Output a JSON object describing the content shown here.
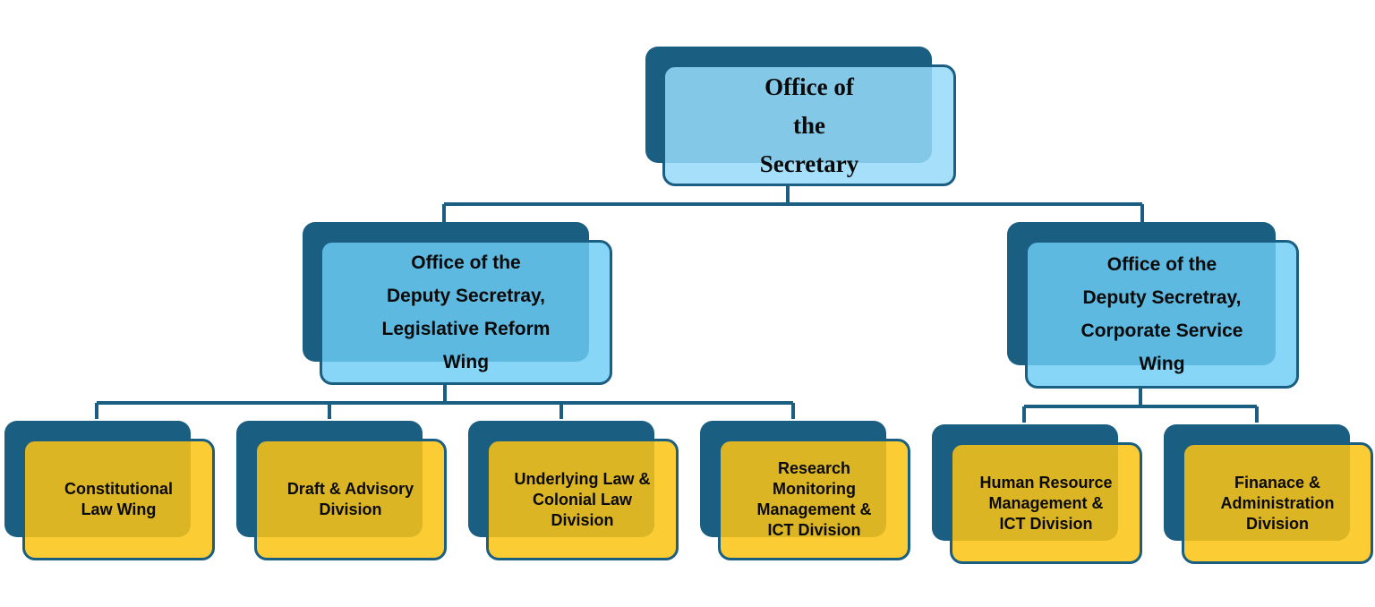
{
  "colors": {
    "connector": "#1a5e82",
    "shadow_box": "#1a5e82",
    "top_box": "#96daf8",
    "wing_box": "#6ecdf5",
    "division_box": "#fcc414"
  },
  "root": {
    "lines": [
      "Office of",
      "the",
      "Secretary"
    ]
  },
  "wings": [
    {
      "lines": [
        "Office of the",
        "Deputy Secretray,",
        "Legislative Reform",
        "Wing"
      ],
      "divisions": [
        {
          "lines": [
            "Constitutional",
            "Law Wing"
          ]
        },
        {
          "lines": [
            "Draft & Advisory",
            "Division"
          ]
        },
        {
          "lines": [
            "Underlying Law &",
            "Colonial Law",
            "Division"
          ]
        },
        {
          "lines": [
            "Research",
            "Monitoring",
            "Management &",
            "ICT Division"
          ]
        }
      ]
    },
    {
      "lines": [
        "Office of the",
        "Deputy Secretray,",
        "Corporate Service",
        "Wing"
      ],
      "divisions": [
        {
          "lines": [
            "Human Resource",
            "Management &",
            "ICT Division"
          ]
        },
        {
          "lines": [
            "Finanace &",
            "Administration",
            "Division"
          ]
        }
      ]
    }
  ]
}
